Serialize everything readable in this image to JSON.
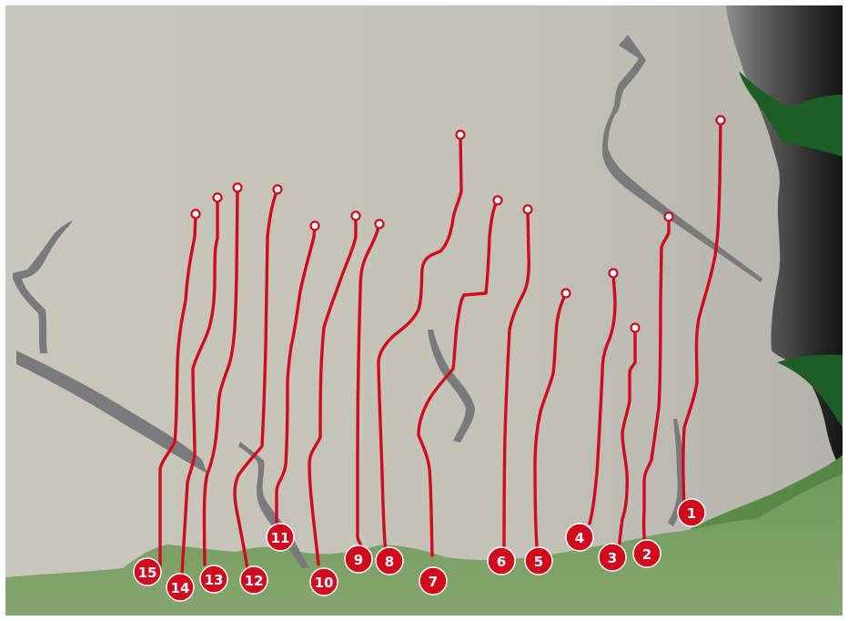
{
  "colors": {
    "route": "#d10a1e",
    "rock_light": "#cfcdc2",
    "rock_mid": "#b9b8ae",
    "grass_light": "#7d9e65",
    "grass_dark": "#4e7a3a",
    "forest": "#1e5a26",
    "crack": "#7a7a7c",
    "badge_text": "#ffffff"
  },
  "routes": [
    {
      "number": "1"
    },
    {
      "number": "2"
    },
    {
      "number": "3"
    },
    {
      "number": "4"
    },
    {
      "number": "5"
    },
    {
      "number": "6"
    },
    {
      "number": "7"
    },
    {
      "number": "8"
    },
    {
      "number": "9"
    },
    {
      "number": "10"
    },
    {
      "number": "11"
    },
    {
      "number": "12"
    },
    {
      "number": "13"
    },
    {
      "number": "14"
    },
    {
      "number": "15"
    }
  ]
}
